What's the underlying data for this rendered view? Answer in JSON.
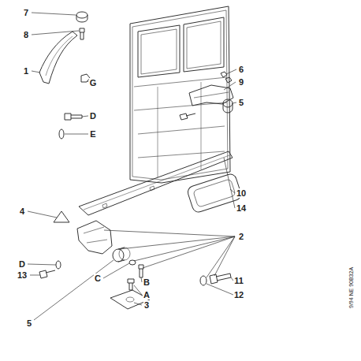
{
  "diagram": {
    "labels": [
      "7",
      "8",
      "1",
      "G",
      "D",
      "E",
      "6",
      "9",
      "5",
      "10",
      "14",
      "2",
      "4",
      "D",
      "13",
      "C",
      "B",
      "A",
      "3",
      "5",
      "11",
      "12",
      "9/94 NE 90B32A"
    ]
  }
}
